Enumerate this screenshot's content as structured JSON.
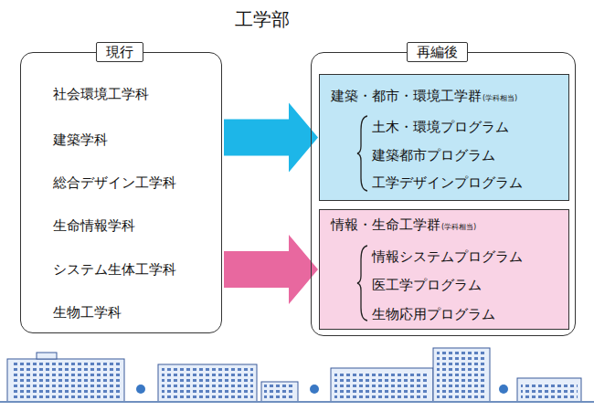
{
  "diagram": {
    "title": "工学部",
    "nodes": [
      {
        "text": [
          "現行",
          "社会環境工学科",
          "建築学科",
          "総合デザイン工学科",
          "生命情報学科",
          "システム生体工学科",
          "生物工学科"
        ]
      },
      {
        "text": [
          "再編後"
        ]
      },
      {
        "text": [
          "建築・都市・環境工学群",
          "(学科相当)",
          "土木・環境プログラム",
          "建築都市プログラム",
          "工学デザインプログラム"
        ],
        "in": 1
      },
      {
        "text": [
          "情報・生命工学群",
          "(学科相当)",
          "情報システムプログラム",
          "医工学プログラム",
          "生物応用プログラム"
        ],
        "in": 1
      }
    ],
    "edges": [
      {
        "from": 0,
        "to": 2,
        "arrow": "to"
      },
      {
        "from": 0,
        "to": 3,
        "arrow": "to"
      }
    ]
  }
}
